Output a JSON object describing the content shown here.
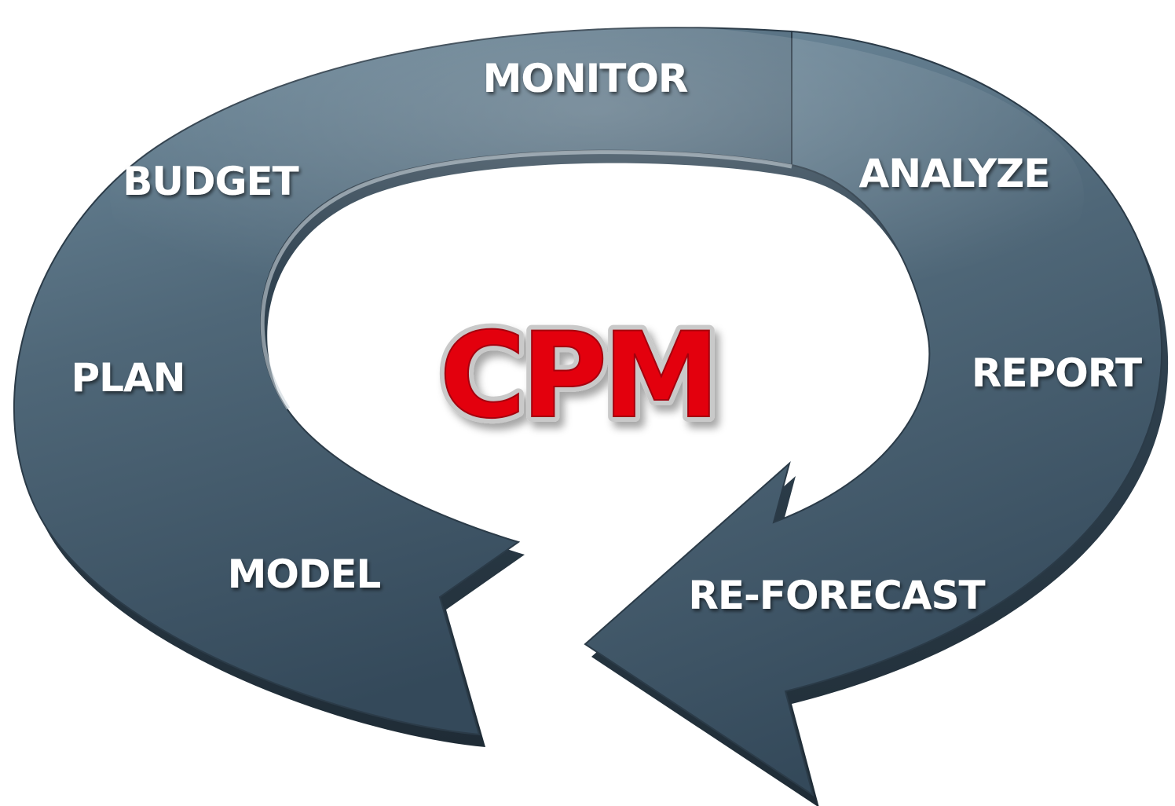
{
  "center": {
    "label": "CPM"
  },
  "stages": [
    {
      "id": "monitor",
      "label": "MONITOR"
    },
    {
      "id": "analyze",
      "label": "ANALYZE"
    },
    {
      "id": "report",
      "label": "REPORT"
    },
    {
      "id": "re-forecast",
      "label": "RE-FORECAST"
    },
    {
      "id": "model",
      "label": "MODEL"
    },
    {
      "id": "plan",
      "label": "PLAN"
    },
    {
      "id": "budget",
      "label": "BUDGET"
    }
  ],
  "colors": {
    "arrow_light": "#6e8a9c",
    "arrow_mid": "#4f6778",
    "arrow_dark": "#34495a",
    "arrow_edge": "#22313d",
    "center_text": "#e3000f",
    "center_outline": "#c9c9c9",
    "label_text": "#ffffff",
    "background": "#ffffff"
  }
}
